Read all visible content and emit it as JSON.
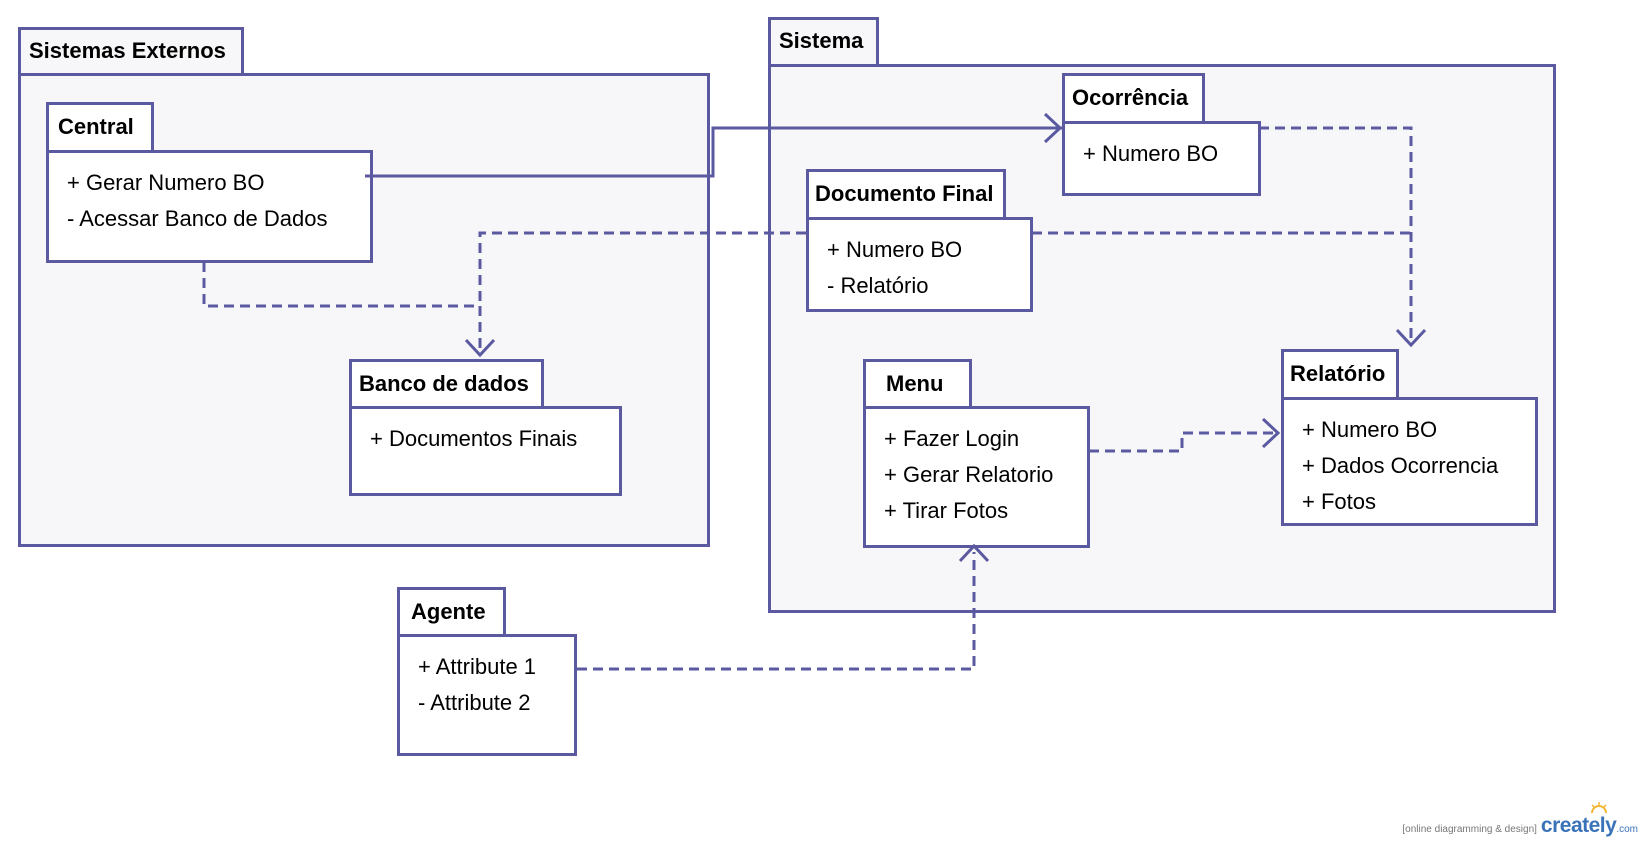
{
  "colors": {
    "line": "#5b5aa1",
    "package_fill": "#f7f7f9",
    "class_fill": "#ffffff"
  },
  "packages": {
    "externos": {
      "title": "Sistemas Externos"
    },
    "sistema": {
      "title": "Sistema"
    }
  },
  "classes": {
    "central": {
      "name": "Central",
      "attributes": [
        "+ Gerar Numero BO",
        "- Acessar Banco de Dados"
      ]
    },
    "banco": {
      "name": "Banco de dados",
      "attributes": [
        "+ Documentos Finais"
      ]
    },
    "ocorrencia": {
      "name": "Ocorrência",
      "attributes": [
        "+ Numero BO"
      ]
    },
    "documento": {
      "name": "Documento Final",
      "attributes": [
        "+ Numero BO",
        "- Relatório"
      ]
    },
    "menu": {
      "name": "Menu",
      "attributes": [
        "+ Fazer Login",
        "+ Gerar Relatorio",
        "+ Tirar Fotos"
      ]
    },
    "relatorio": {
      "name": "Relatório",
      "attributes": [
        "+ Numero BO",
        "+ Dados Ocorrencia",
        "+ Fotos"
      ]
    },
    "agente": {
      "name": "Agente",
      "attributes": [
        "+ Attribute 1",
        "- Attribute 2"
      ]
    }
  },
  "connectors": [
    {
      "from": "Central",
      "to": "Ocorrência",
      "style": "solid"
    },
    {
      "from": "Central",
      "to": "Banco de dados",
      "style": "dashed"
    },
    {
      "from": "Documento Final",
      "to": "Banco de dados",
      "style": "dashed"
    },
    {
      "from": "Ocorrência",
      "to": "Relatório",
      "style": "dashed"
    },
    {
      "from": "Documento Final",
      "to": "Relatório",
      "style": "dashed"
    },
    {
      "from": "Menu",
      "to": "Relatório",
      "style": "dashed"
    },
    {
      "from": "Agente",
      "to": "Menu",
      "style": "dashed"
    }
  ],
  "footer": {
    "tagline": "[online diagramming & design]",
    "brand": "creately",
    "brand_suffix": ".com"
  }
}
